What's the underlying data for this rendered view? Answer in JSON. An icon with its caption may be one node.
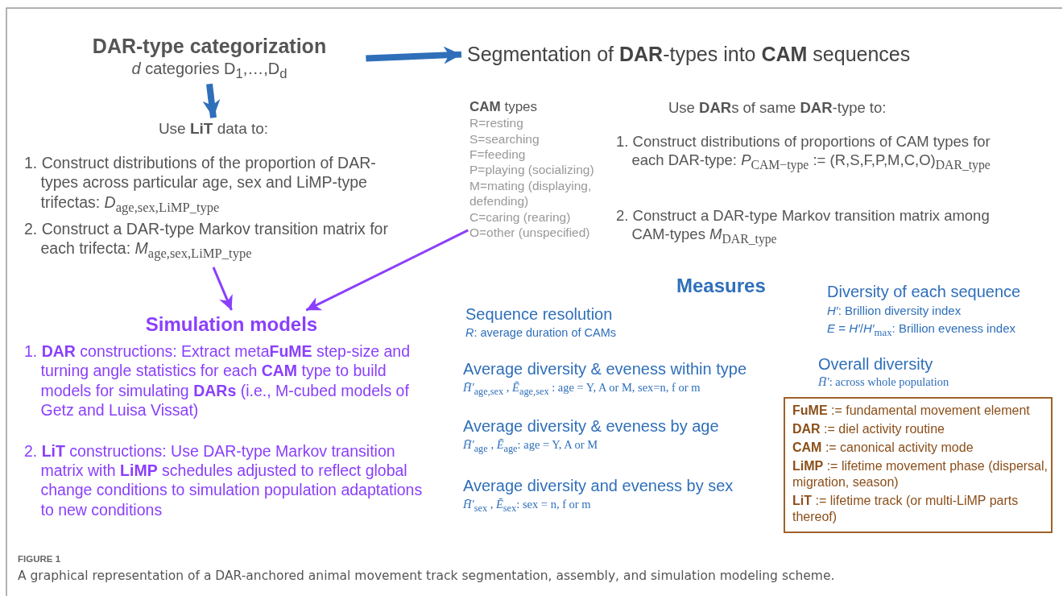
{
  "diagram": {
    "caption": "A graphical representation of a DAR-anchored animal movement track segmentation, assembly, and simulation modeling scheme.",
    "nodes": [
      {
        "text": [
          "DAR-type categorization",
          "*d* categories D$_{1}$,…,D$_{d}$"
        ]
      },
      {
        "text": [
          "Segmentation of **DAR**-types into **CAM** sequences"
        ]
      },
      {
        "text": [
          "Use **LiT** data to:",
          "1. Construct distributions of the proportion of DAR-types across particular age, sex and LiMP-type trifectas: *D*$_{age,sex,LiMP_type}$",
          "2. Construct a DAR-type Markov transition matrix for each trifecta: *M*$_{age,sex,LiMP_type}$"
        ]
      },
      {
        "text": [
          "**CAM** types",
          "R=resting",
          "S=searching",
          "F=feeding",
          "P=playing (socializing)",
          "M=mating (displaying, defending)",
          "C=caring (rearing)",
          "O=other (unspecified)"
        ]
      },
      {
        "text": [
          "Simulation models",
          "1. **DAR** constructions: Extract meta**FuME** step-size and turning angle statistics for each **CAM** type to build models for simulating **DARs** (i.e., M-cubed models of Getz and Luisa Vissat)",
          "2. **LiT** constructions: Use DAR-type Markov transition matrix with **LiMP** schedules adjusted to reflect global change conditions to simulation population adaptations to new conditions"
        ]
      },
      {
        "text": [
          "**FuME** := fundamental movement element",
          "**DAR** := diel activity routine",
          "**CAM** := canonical activity mode",
          "**LiMP** := lifetime movement phase (dispersal, migration, season)",
          "**LiT** := lifetime track (or multi-LiMP parts thereof)"
        ]
      }
    ],
    "edges": [
      {
        "from": 0,
        "to": 1,
        "arrow": "to",
        "style": "thick",
        "color": "#2f6fba"
      },
      {
        "from": 0,
        "to": 2,
        "arrow": "to",
        "style": "thick",
        "color": "#2f6fba"
      },
      {
        "from": 2,
        "to": 4,
        "arrow": "to",
        "color": "#8a3ffc"
      },
      {
        "from": 3,
        "to": 4,
        "arrow": "to",
        "color": "#8a3ffc"
      }
    ],
    "labels": [
      "Use **DAR**s of same **DAR**-type to:",
      "1. Construct distributions of proportions of CAM types for each DAR-type: *P*$_{CAM−type}$ := (R,S,F,P,M,C,O)$_{DAR_type}$",
      "2. Construct a DAR-type Markov transition matrix among CAM-types *M*$_{DAR_type}$",
      "Measures",
      "Diversity of each sequence",
      "*H′*: Brillion diversity index",
      "*E* = *H′*/*H′*$_{max}$: Brillion eveness index",
      "Sequence resolution",
      "*R*: average duration of CAMs",
      "Overall diversity",
      "*H̄′*: across whole population",
      "Average diversity & eveness within type",
      "*H̄′*$_{age,sex}$ , *Ē*$_{age,sex}$ : age = Y, A or M, sex=n, f or m",
      "Average diversity & eveness by age",
      "*H̄′*$_{age}$ , *Ē*$_{age}$: age = Y, A or M",
      "Average diversity and eveness by sex",
      "*H̄′*$_{sex}$ , *Ē*$_{sex}$: sex = n, f or m",
      "FIGURE 1"
    ]
  }
}
